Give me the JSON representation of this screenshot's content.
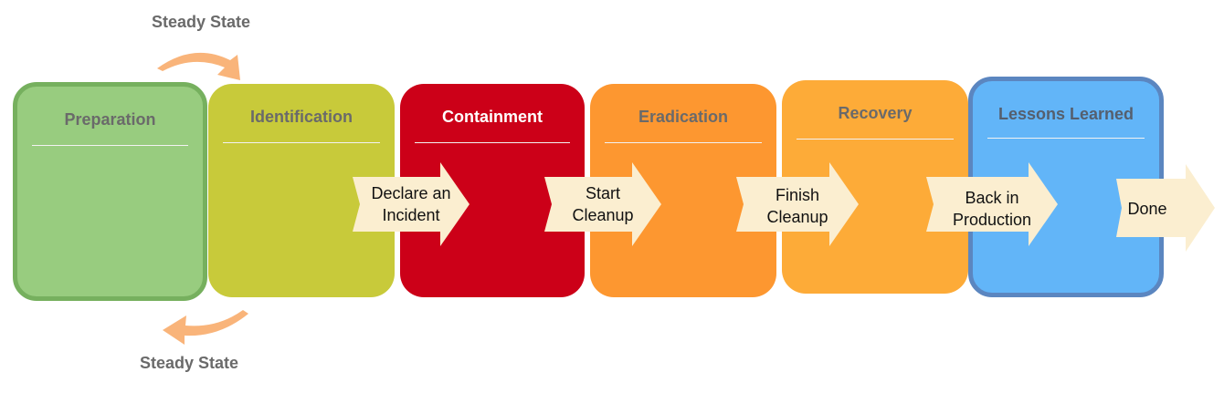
{
  "stages": [
    {
      "id": "preparation",
      "label": "Preparation",
      "color": "#98cc7f"
    },
    {
      "id": "identification",
      "label": "Identification",
      "color": "#c8ca3a"
    },
    {
      "id": "containment",
      "label": "Containment",
      "color": "#cc0018"
    },
    {
      "id": "eradication",
      "label": "Eradication",
      "color": "#fd9730"
    },
    {
      "id": "recovery",
      "label": "Recovery",
      "color": "#fdab38"
    },
    {
      "id": "lessons",
      "label": "Lessons Learned",
      "color": "#62b5f8"
    }
  ],
  "transitions": [
    {
      "line1": "Declare an",
      "line2": "Incident"
    },
    {
      "line1": "Start",
      "line2": "Cleanup"
    },
    {
      "line1": "Finish",
      "line2": "Cleanup"
    },
    {
      "line1": "Back in",
      "line2": "Production"
    },
    {
      "line1": "Done",
      "line2": ""
    }
  ],
  "loop": {
    "top_label": "Steady State",
    "bottom_label": "Steady State",
    "arrow_color": "#f9b47a"
  },
  "arrow_fill": "#fbeed0"
}
